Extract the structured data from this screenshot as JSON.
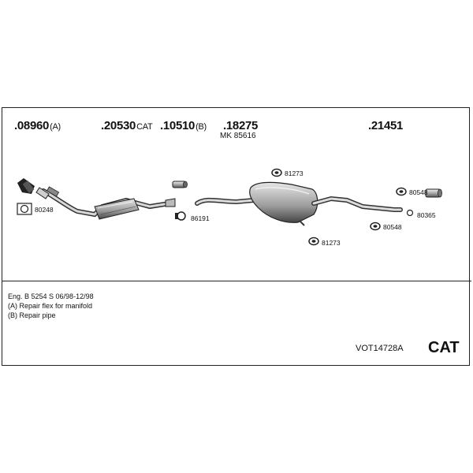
{
  "parts": [
    {
      "number": ".08960",
      "suffix": "(A)"
    },
    {
      "number": ".20530",
      "suffix": "CAT"
    },
    {
      "number": ".10510",
      "suffix": "(B)"
    },
    {
      "number": ".18275",
      "suffix": ""
    },
    {
      "number": ".21451",
      "suffix": ""
    }
  ],
  "kit": "MK  85616",
  "hardware": {
    "gasket_80248": "80248",
    "clamp_86191": "86191",
    "mount_81273_top": "81273",
    "mount_81273_bottom": "81273",
    "mount_80548_top": "80548",
    "mount_80548_bottom": "80548",
    "ring_80365": "80365"
  },
  "notes": {
    "engine": "Eng. B 5254 S   06/98-12/98",
    "a": "(A) Repair flex for manifold",
    "b": "(B) Repair pipe"
  },
  "code": "VOT14728A",
  "badge": "CAT"
}
